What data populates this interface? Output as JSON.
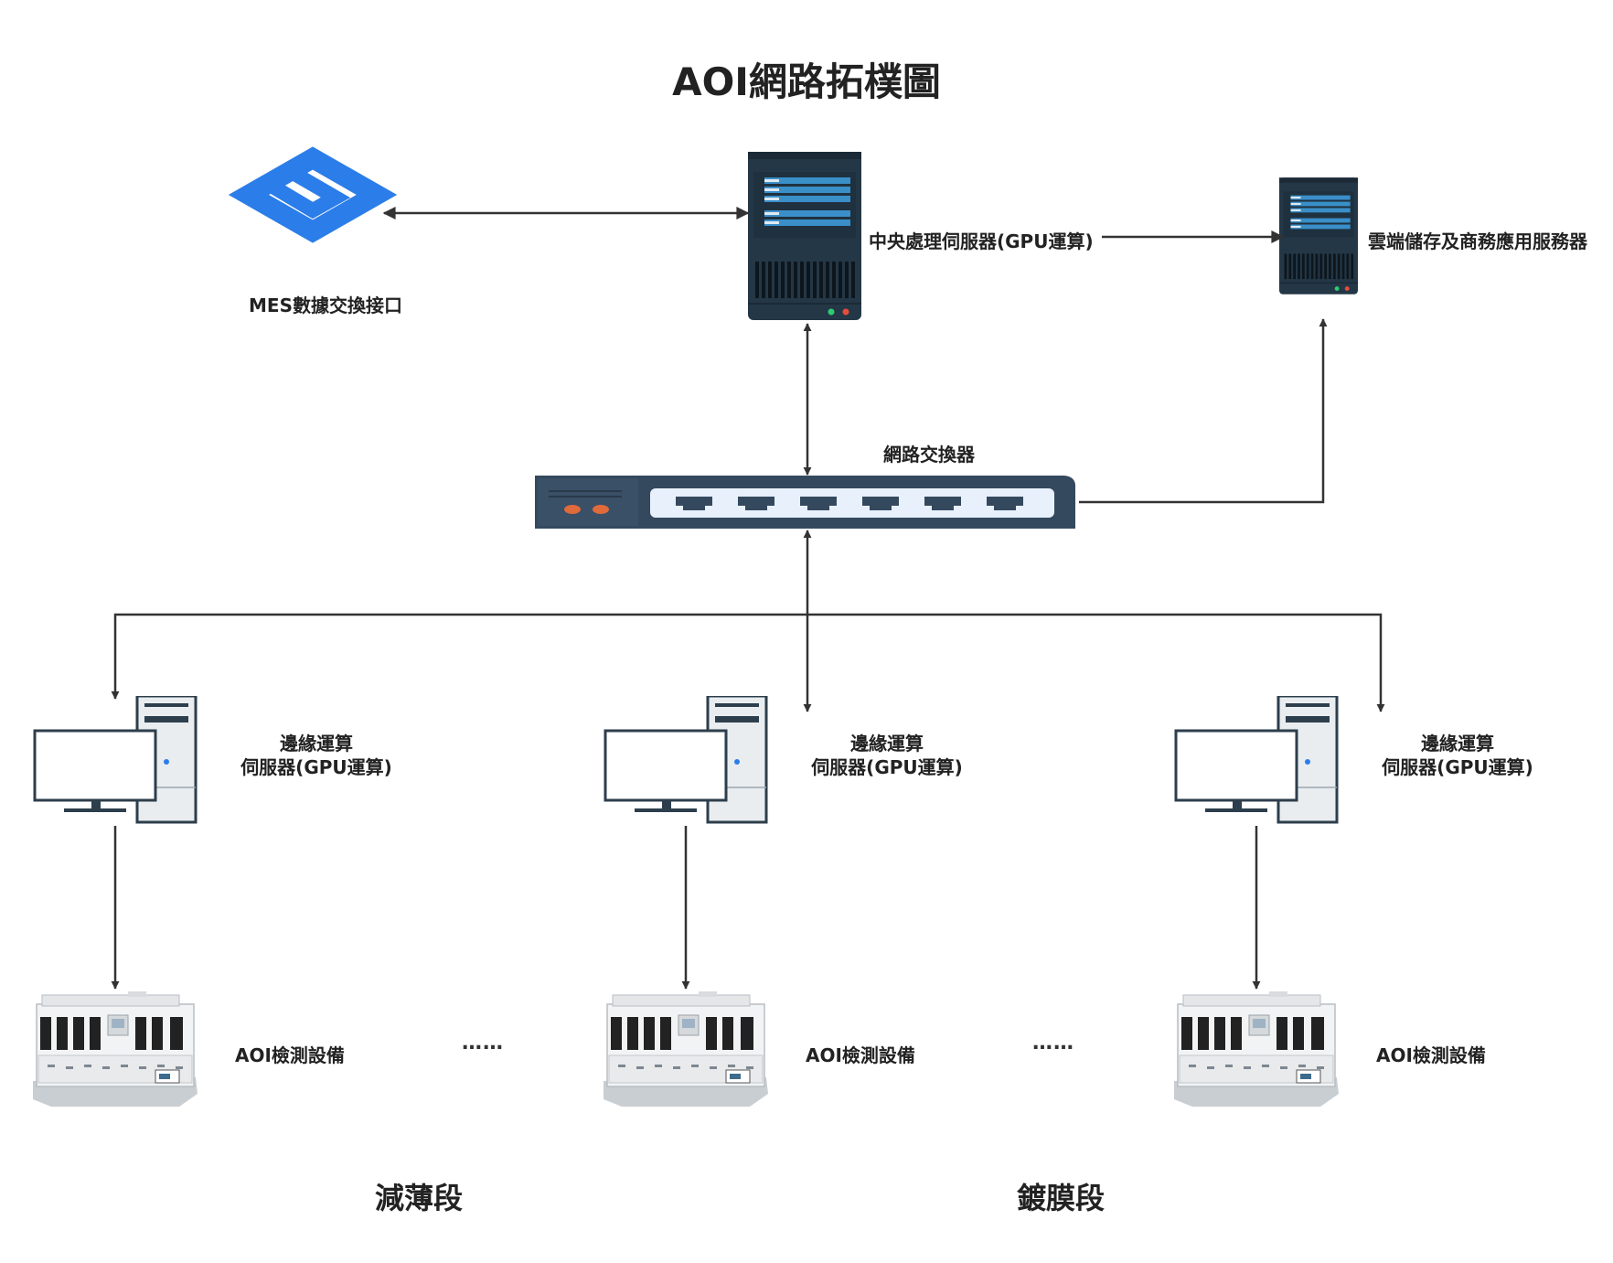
{
  "title": "AOI網路拓樸圖",
  "nodes": {
    "mes": {
      "label": "MES數據交換接口",
      "icon": "mes-logo-icon"
    },
    "central_server": {
      "label": "中央處理伺服器(GPU運算)",
      "icon": "server-tower-icon"
    },
    "cloud_server": {
      "label": "雲端儲存及商務應用服務器",
      "icon": "server-tower-icon"
    },
    "switch": {
      "label": "網路交換器",
      "icon": "network-switch-icon"
    }
  },
  "edge_servers": [
    {
      "line1": "邊緣運算",
      "line2": "伺服器(GPU運算)"
    },
    {
      "line1": "邊緣運算",
      "line2": "伺服器(GPU運算)"
    },
    {
      "line1": "邊緣運算",
      "line2": "伺服器(GPU運算)"
    }
  ],
  "aoi_devices": [
    {
      "label": "AOI檢測設備"
    },
    {
      "label": "AOI檢測設備"
    },
    {
      "label": "AOI檢測設備"
    }
  ],
  "ellipsis": [
    "……",
    "……"
  ],
  "sections": [
    "減薄段",
    "鍍膜段"
  ],
  "colors": {
    "line": "#333333",
    "server_dark": "#243746",
    "server_bar": "#3a8fc9",
    "mes_blue": "#2b7de9",
    "switch_body": "#34495e",
    "switch_port_panel": "#e8f1fb",
    "switch_led": "#e06a3b"
  }
}
